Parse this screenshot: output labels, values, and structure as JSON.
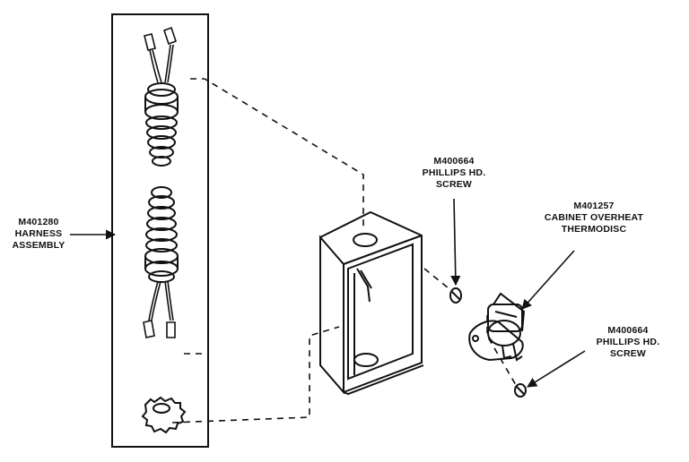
{
  "labels": {
    "harness": {
      "part": "M401280",
      "line1": "HARNESS",
      "line2": "ASSEMBLY"
    },
    "screw_top": {
      "part": "M400664",
      "line1": "PHILLIPS HD.",
      "line2": "SCREW"
    },
    "thermodisc": {
      "part": "M401257",
      "line1": "CABINET OVERHEAT",
      "line2": "THERMODISC"
    },
    "screw_bottom": {
      "part": "M400664",
      "line1": "PHILLIPS HD.",
      "line2": "SCREW"
    }
  },
  "colors": {
    "ink": "#111111",
    "paper": "#ffffff"
  }
}
